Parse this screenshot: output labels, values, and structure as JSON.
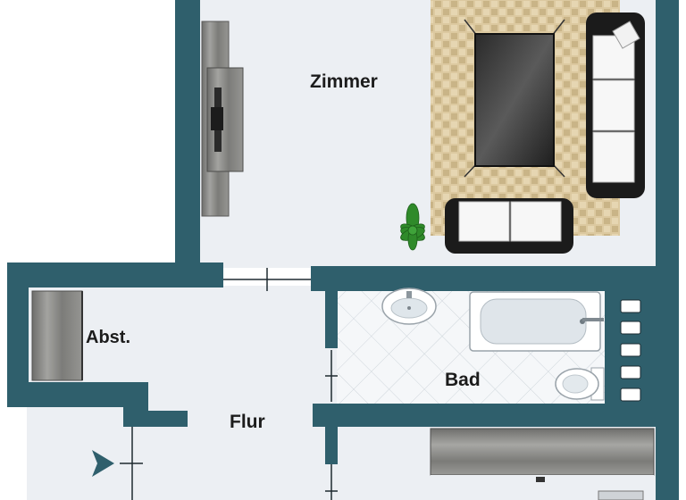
{
  "rooms": {
    "zimmer": "Zimmer",
    "abstell": "Abst.",
    "bad": "Bad",
    "flur": "Flur"
  },
  "colors": {
    "wall": "#2f5f6c",
    "floor": "#eceff3",
    "bath_tile": "#f4f6f8",
    "rug": "#d9c7a0",
    "wood": "#8a8a88"
  },
  "icons": [
    "sofa-icon",
    "coffee-table-icon",
    "plant-icon",
    "tv-unit-icon",
    "wardrobe-icon",
    "bathtub-icon",
    "sink-icon",
    "toilet-icon",
    "entrance-arrow-icon"
  ]
}
